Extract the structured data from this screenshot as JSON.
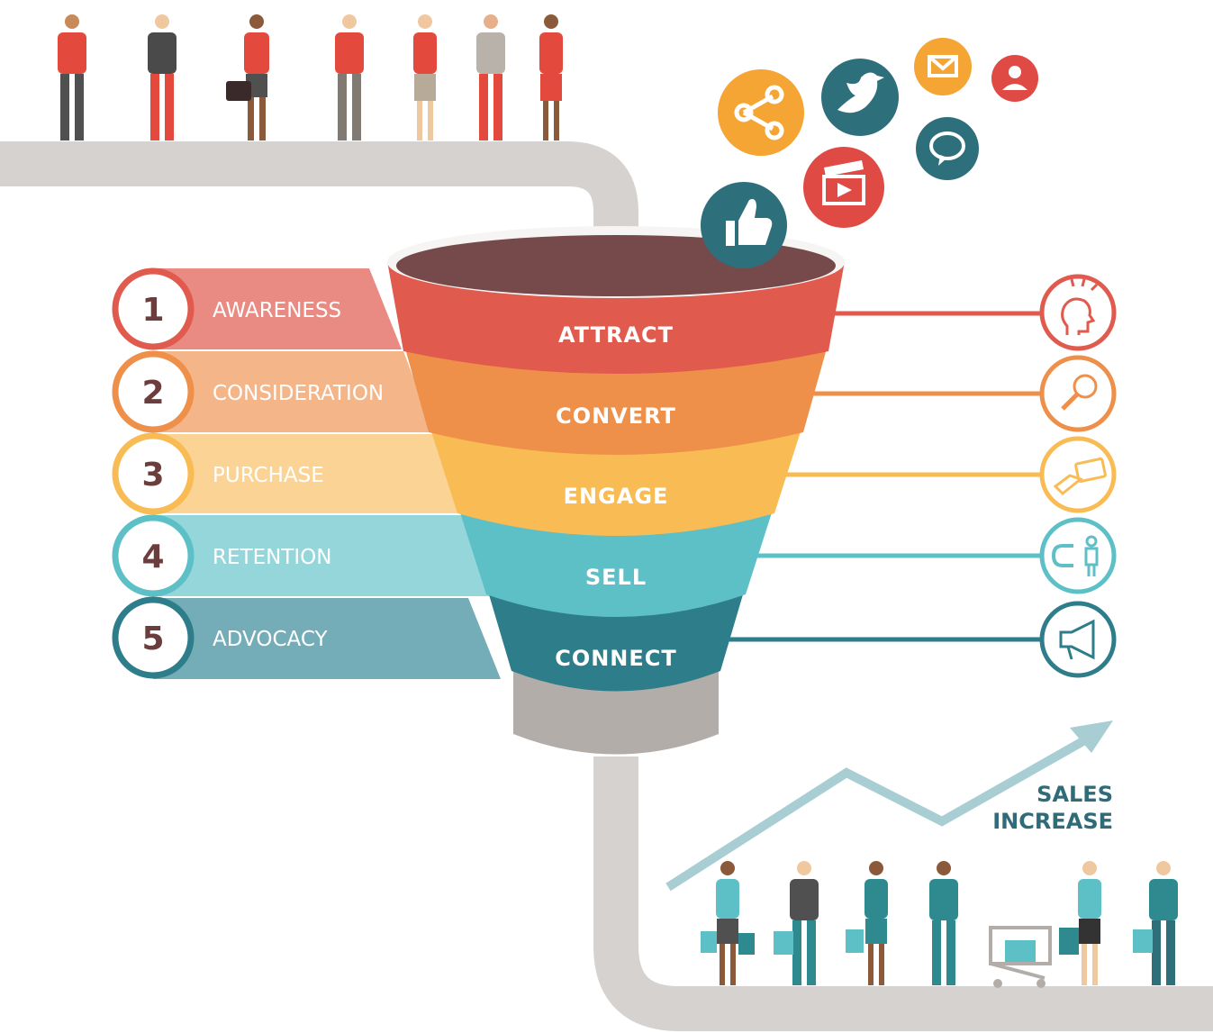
{
  "stages": [
    {
      "number": "1",
      "label": "AWARENESS",
      "color": "#e05a4e",
      "band": "#e98a83"
    },
    {
      "number": "2",
      "label": "CONSIDERATION",
      "color": "#ee8f4a",
      "band": "#f4b589"
    },
    {
      "number": "3",
      "label": "PURCHASE",
      "color": "#f9bc55",
      "band": "#fbd394"
    },
    {
      "number": "4",
      "label": "RETENTION",
      "color": "#5ec0c7",
      "band": "#95d6da"
    },
    {
      "number": "5",
      "label": "ADVOCACY",
      "color": "#2e7d8a",
      "band": "#74adb7"
    }
  ],
  "funnel": {
    "layers": [
      {
        "label": "ATTRACT",
        "color": "#e05a4e"
      },
      {
        "label": "CONVERT",
        "color": "#ee8f4a"
      },
      {
        "label": "ENGAGE",
        "color": "#f9bc55"
      },
      {
        "label": "SELL",
        "color": "#5ec0c7"
      },
      {
        "label": "CONNECT",
        "color": "#2e7d8a"
      }
    ]
  },
  "right_icons": [
    "idea-head-icon",
    "magnifier-icon",
    "card-payment-icon",
    "magnet-customer-icon",
    "megaphone-icon"
  ],
  "social_icons": [
    "thumbs-up-icon",
    "share-icon",
    "twitter-bird-icon",
    "video-clapper-icon",
    "chat-bubble-icon",
    "mail-icon",
    "user-icon"
  ],
  "sales": {
    "line1": "SALES",
    "line2": "INCREASE"
  }
}
